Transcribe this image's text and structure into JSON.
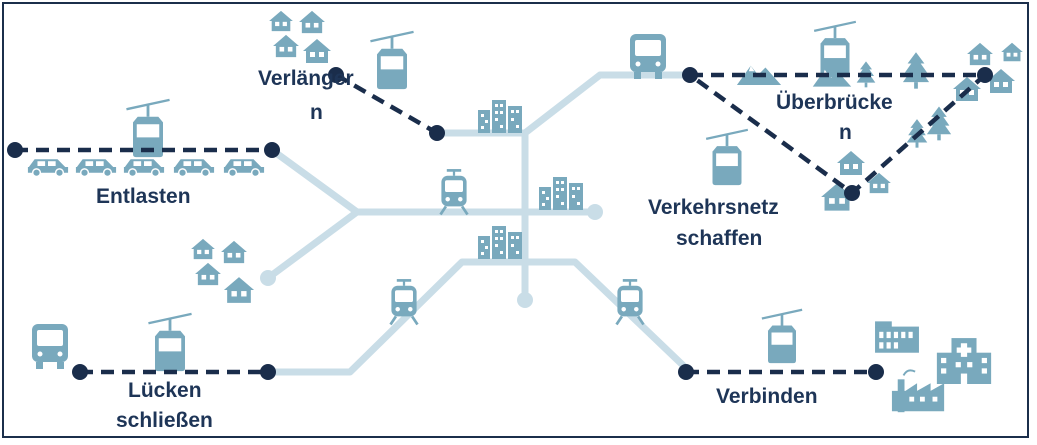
{
  "labels": {
    "entlasten": "Entlasten",
    "verlaengern_1": "Verlänger",
    "verlaengern_2": "n",
    "ueberbruecken_1": "Überbrücke",
    "ueberbruecken_2": "n",
    "verkehrsnetz_1": "Verkehrsnetz",
    "verkehrsnetz_2": "schaffen",
    "luecken_1": "Lücken",
    "luecken_2": "schließen",
    "verbinden": "Verbinden"
  },
  "icons": {
    "gondola": "gondola-icon",
    "tram": "tram-icon",
    "bus": "bus-icon",
    "houses": "houses-icon",
    "city": "city-buildings-icon",
    "car": "car-icon",
    "tree": "tree-icon",
    "mountain": "mountain-icon",
    "factory": "factory-icon",
    "hospital": "hospital-icon"
  },
  "colors": {
    "network_line": "#c9dde7",
    "icon_fill": "#79a9bd",
    "dashed_line": "#1a2d4b",
    "label_text": "#1e3557",
    "frame": "#1b2f4b"
  }
}
